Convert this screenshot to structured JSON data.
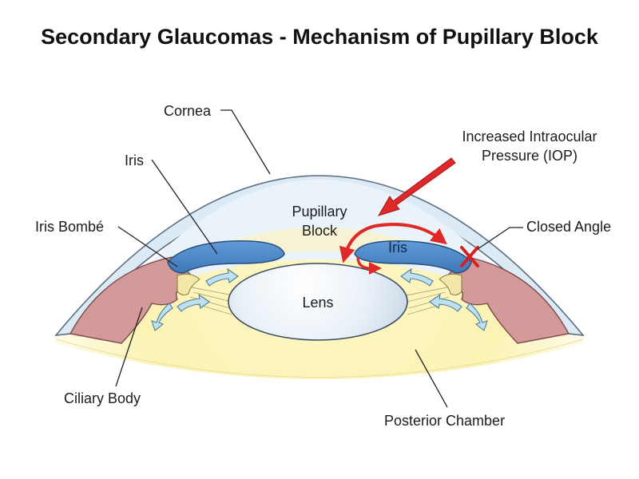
{
  "title": "Secondary Glaucomas - Mechanism of Pupillary Block",
  "labels": {
    "cornea": "Cornea",
    "iris_left": "Iris",
    "iris_bombe": "Iris Bombé",
    "ciliary_body": "Ciliary Body",
    "pupillary_block_line1": "Pupillary",
    "pupillary_block_line2": "Block",
    "iris_inner": "Iris",
    "lens": "Lens",
    "iop_line1": "Increased Intraocular",
    "iop_line2": "Pressure (IOP)",
    "closed_angle": "Closed Angle",
    "posterior_chamber": "Posterior Chamber"
  },
  "colors": {
    "cornea_fill": "#dbeaf5",
    "cornea_stroke": "#5b6e80",
    "posterior_chamber": "#fbf3b8",
    "iris": "#4e8ac8",
    "ciliary_body": "#d49a9a",
    "lens": "#e3edf6",
    "flow_arrow": "#bfe0f0",
    "pressure_arrow": "#e02828"
  }
}
